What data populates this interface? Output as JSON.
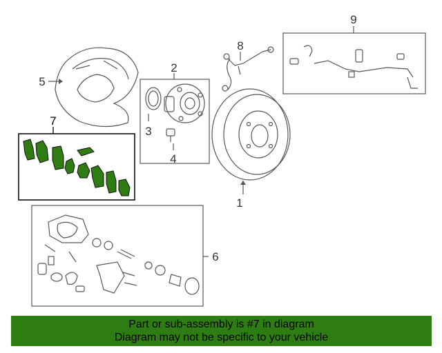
{
  "callouts": {
    "rotor": "1",
    "hub": "2",
    "o_ring": "3",
    "bolt": "4",
    "splash_shield": "5",
    "caliper": "6",
    "pad_set": "7",
    "hose": "8",
    "sensor": "9"
  },
  "footer": {
    "line1": "Part or sub-assembly is #7 in diagram",
    "line2": "Diagram may not be specific to your vehicle"
  },
  "colors": {
    "highlight_fill": "#2f7d12",
    "footer_bg": "#2e7d12",
    "line": "#555555"
  }
}
